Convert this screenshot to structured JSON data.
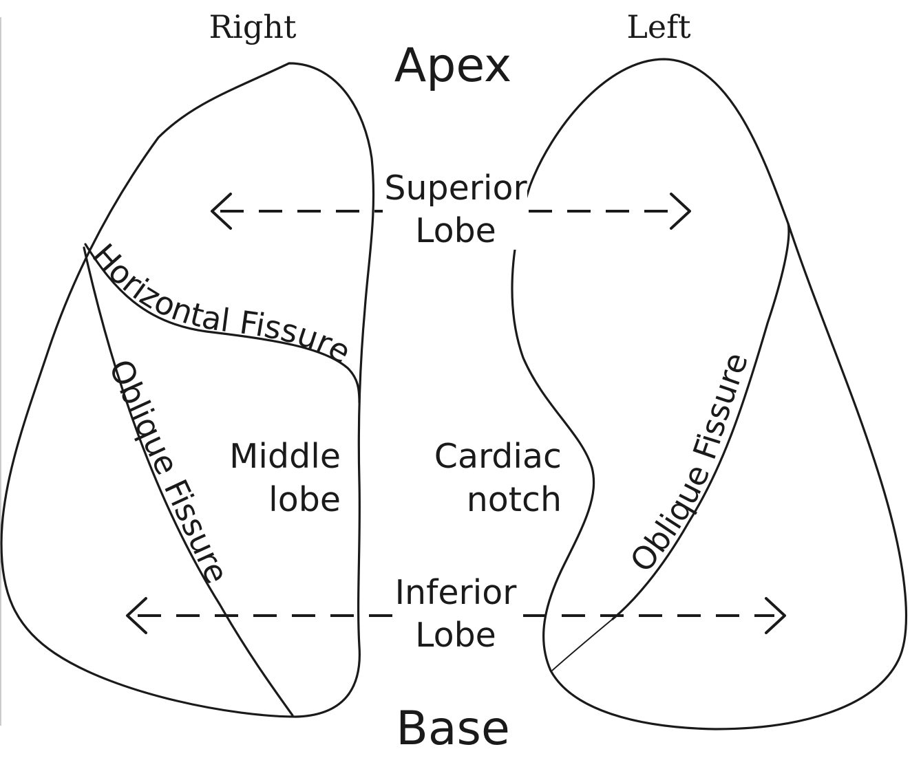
{
  "labels": {
    "right": "Right",
    "left": "Left",
    "apex": "Apex",
    "base": "Base",
    "superior_lobe": [
      "Superior",
      "Lobe"
    ],
    "inferior_lobe": [
      "Inferior",
      "Lobe"
    ],
    "middle_lobe": [
      "Middle",
      "lobe"
    ],
    "cardiac_notch": [
      "Cardiac",
      "notch"
    ],
    "horizontal_fissure": "Horizontal Fissure",
    "oblique_fissure_right": "Oblique Fissure",
    "oblique_fissure_left": "Oblique Fissure"
  },
  "colors": {
    "line": "#1a1a1a",
    "background": "#ffffff"
  }
}
